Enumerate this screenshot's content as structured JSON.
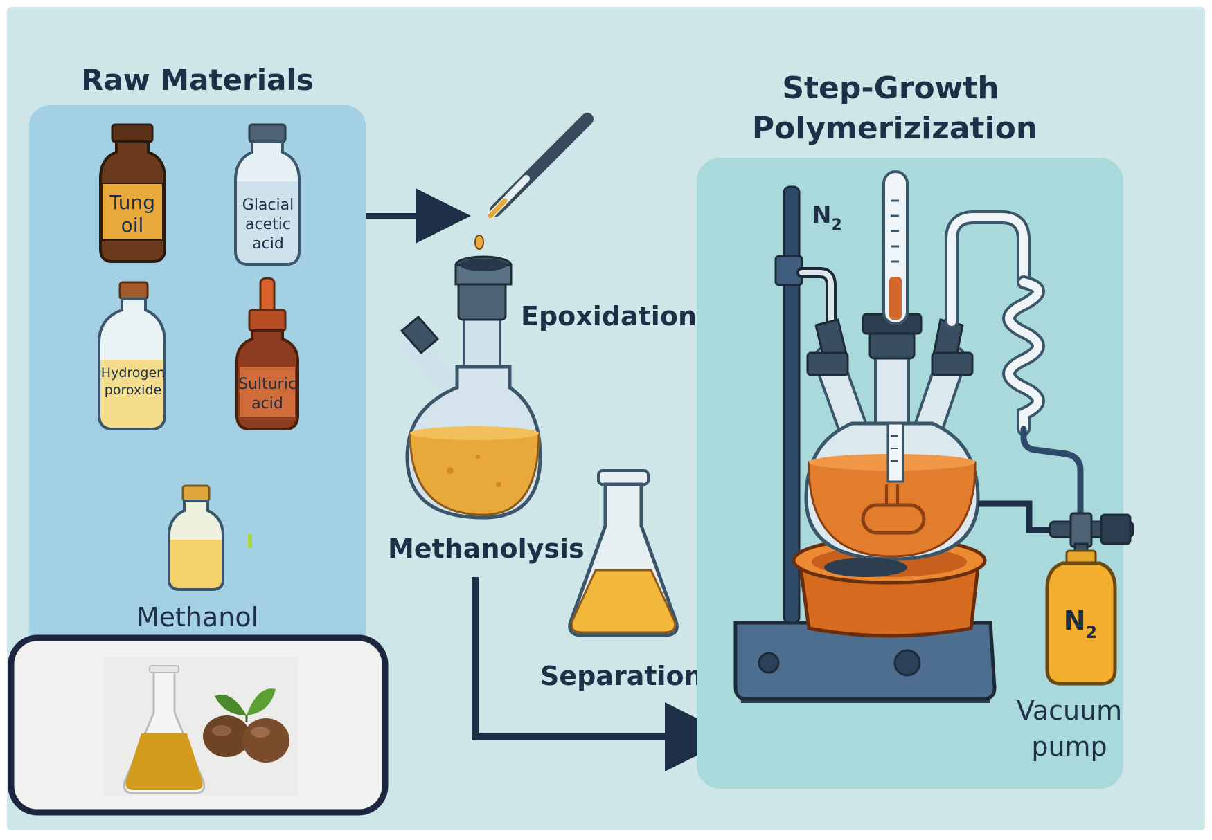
{
  "titles": {
    "raw_materials": "Raw Materials",
    "step_growth_line1": "Step-Growth",
    "step_growth_line2": "Polymerizization"
  },
  "bottles": {
    "tung_oil_line1": "Tung",
    "tung_oil_line2": "oil",
    "acetic_line1": "Glacial",
    "acetic_line2": "acetic",
    "acetic_line3": "acid",
    "peroxide_line1": "Hydrogen",
    "peroxide_line2": "poroxide",
    "sulfuric_line1": "Sulturic",
    "sulfuric_line2": "acid",
    "methanol": "Methanol"
  },
  "steps": {
    "epoxidation": "Epoxidation",
    "methanolysis": "Methanolysis",
    "separation": "Separation"
  },
  "apparatus": {
    "n2_stand_main": "N",
    "n2_stand_sub": "2",
    "n2_cyl_main": "N",
    "n2_cyl_sub": "2",
    "vacuum_line1": "Vacuum",
    "vacuum_line2": "pump"
  },
  "colors": {
    "background": "#cfe6e8",
    "raw_panel": "#a3d0e3",
    "poly_panel": "#a9d9da",
    "navy": "#1d3047",
    "amber_liquid": "#e9a93a",
    "orange_liquid": "#e27d2e"
  }
}
